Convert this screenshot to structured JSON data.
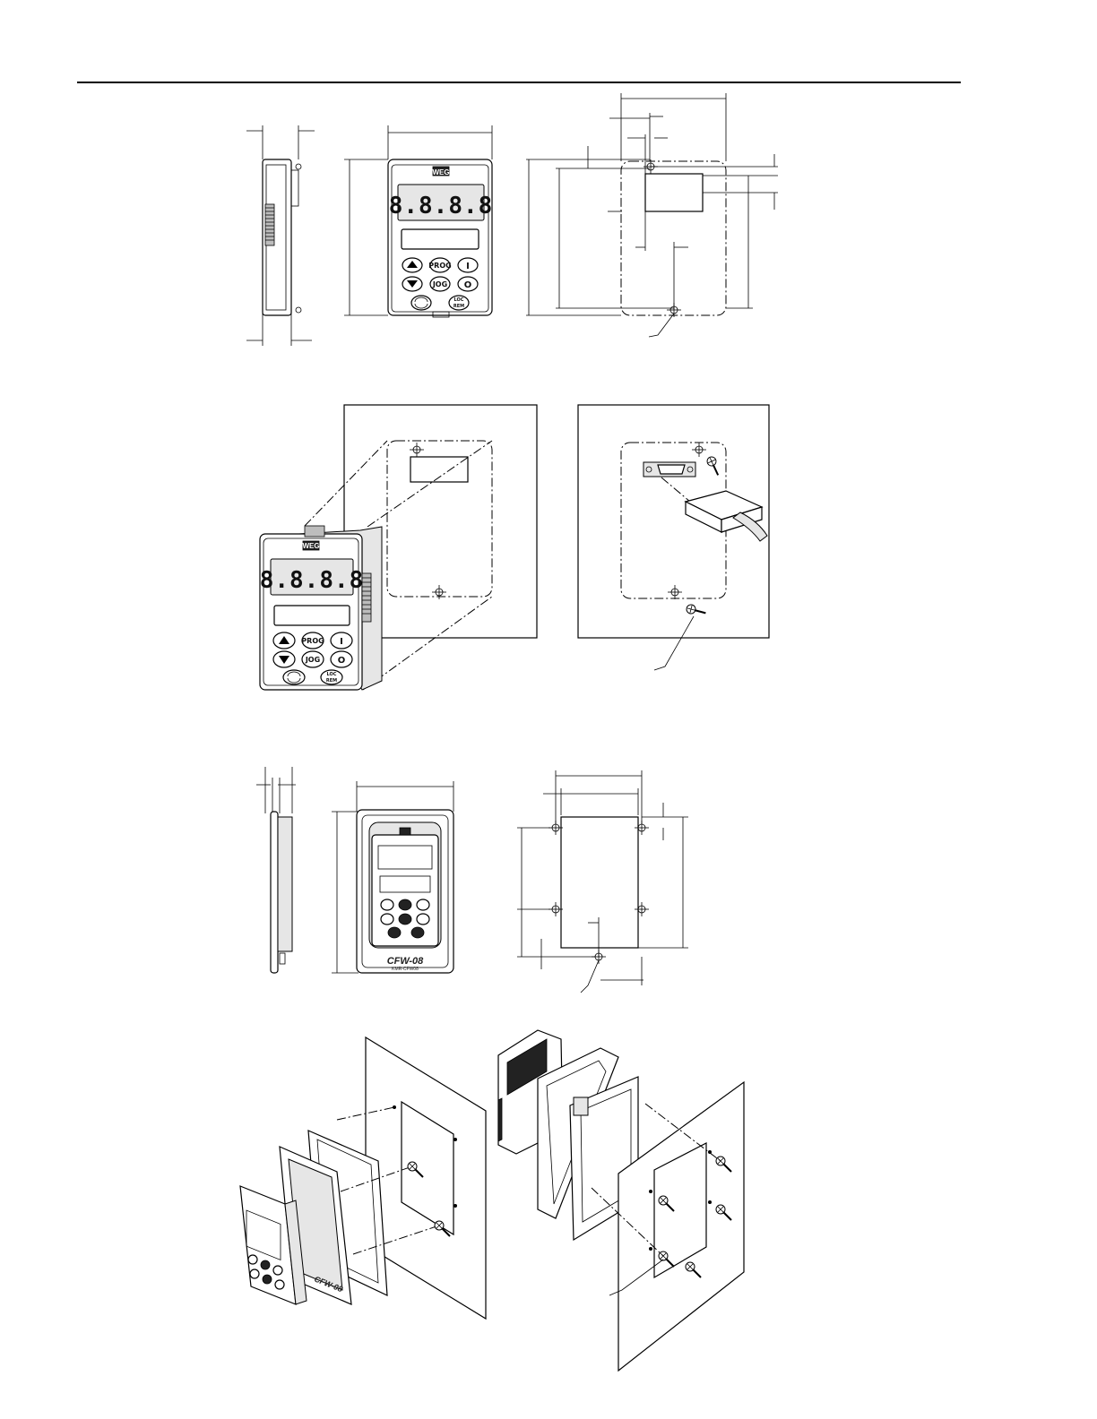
{
  "keypad": {
    "display": "8.8.8.8",
    "logo": "WEG",
    "keys": {
      "prog": "PROG",
      "jog": "JOG",
      "start": "I",
      "stop": "O",
      "loc_rem_top": "LOC",
      "loc_rem_bottom": "REM"
    }
  },
  "remote_frame": {
    "brand": "CFW-08",
    "model": "KMR-CFW08"
  },
  "icons": {
    "up": "arrow-up-icon",
    "down": "arrow-down-icon",
    "reverse": "rotation-icon",
    "screw": "screw-icon",
    "hole": "mounting-hole-icon"
  }
}
